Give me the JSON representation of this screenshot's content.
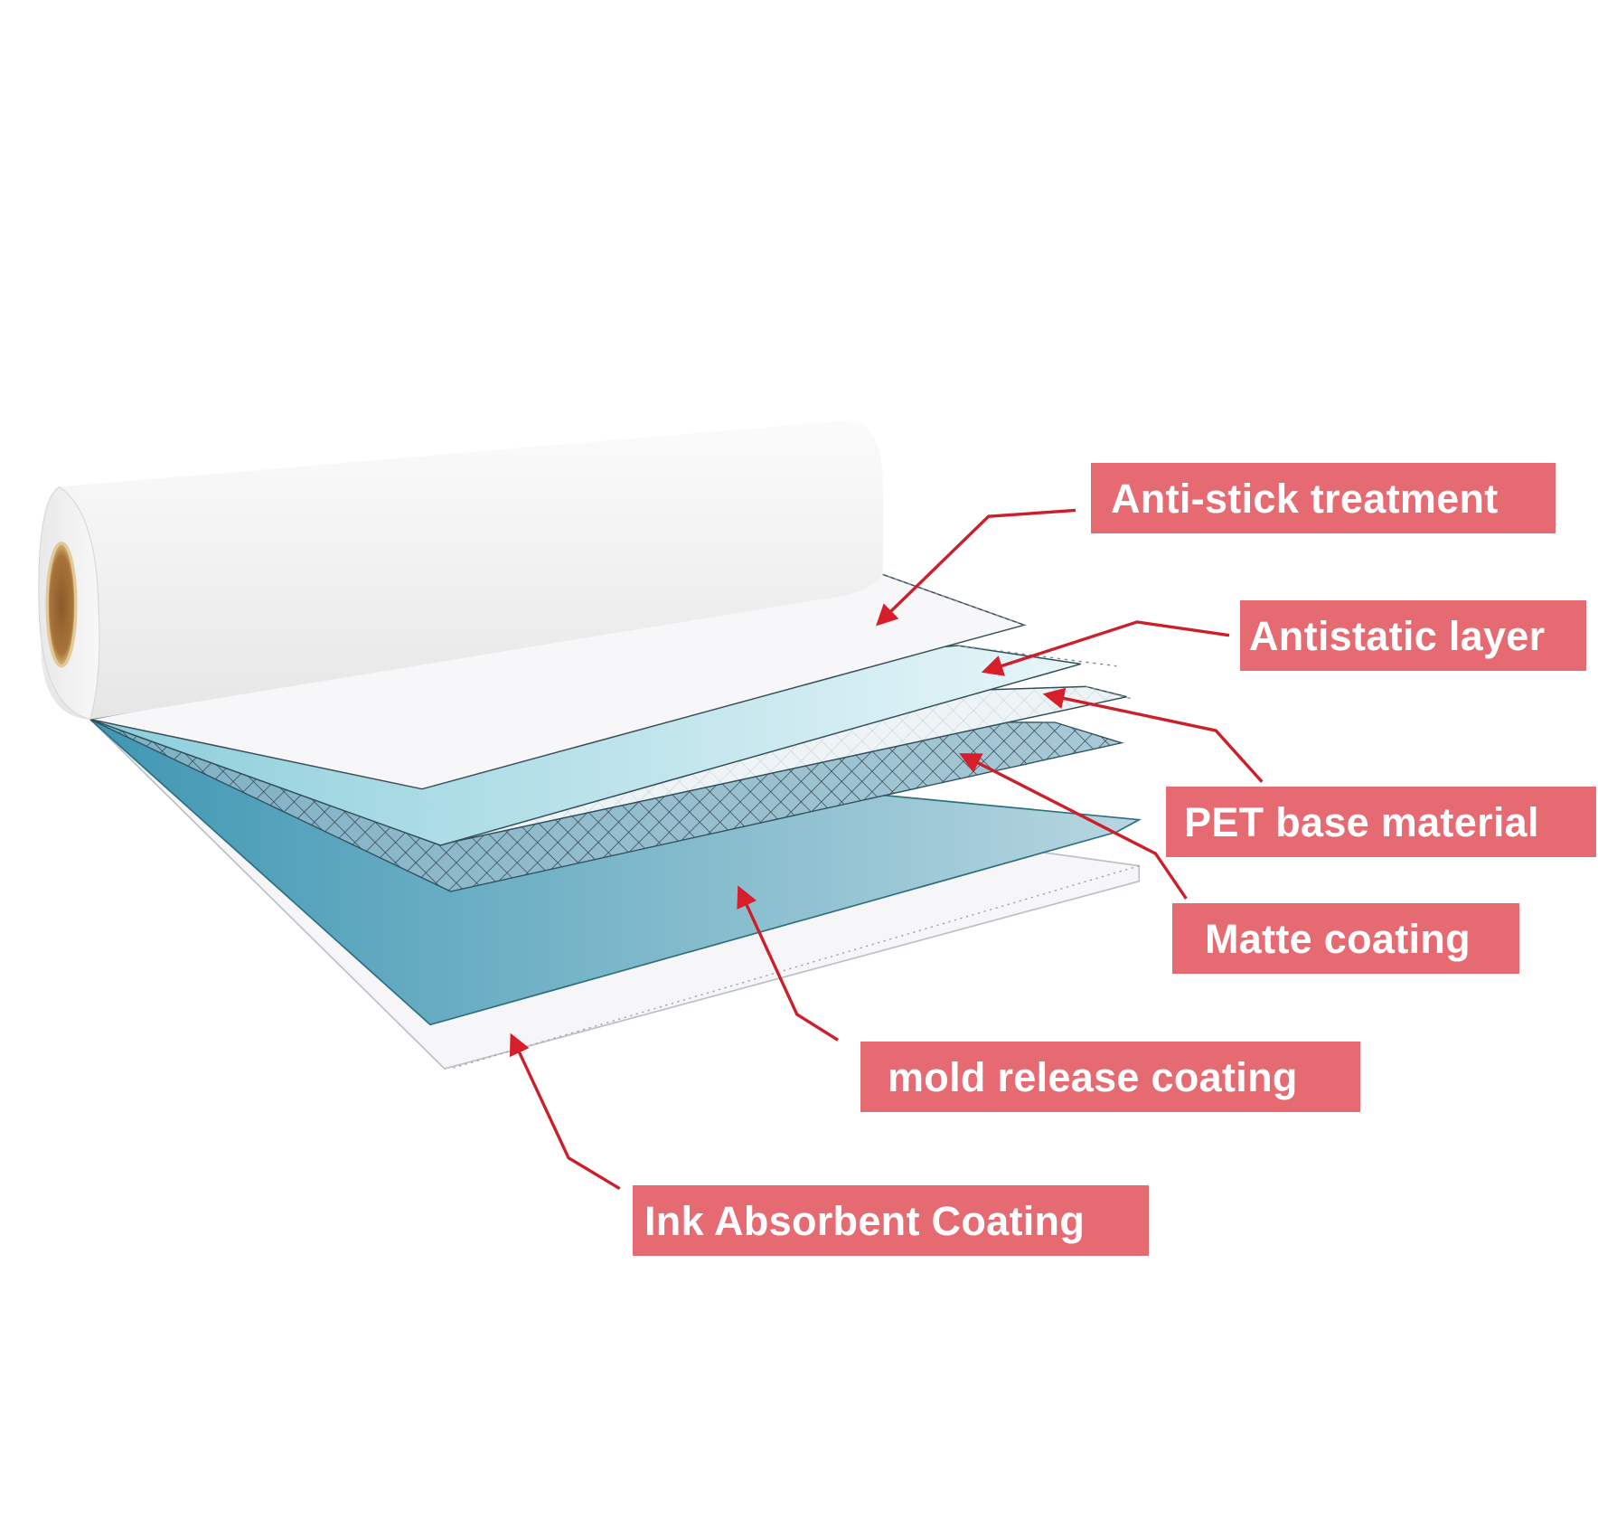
{
  "diagram": {
    "subject": "Layered film roll cross-section",
    "label_color": "#e56a72",
    "arrow_color": "#cc1f2a",
    "labels": [
      {
        "id": "anti-stick",
        "text": "Anti-stick treatment"
      },
      {
        "id": "antistatic",
        "text": "Antistatic layer"
      },
      {
        "id": "pet-base",
        "text": "PET base material"
      },
      {
        "id": "matte",
        "text": "Matte coating"
      },
      {
        "id": "mold-release",
        "text": "mold release coating"
      },
      {
        "id": "ink-absorbent",
        "text": "Ink Absorbent Coating"
      }
    ],
    "layers": [
      {
        "name": "Anti-stick treatment",
        "color": "#f7f6f8"
      },
      {
        "name": "Antistatic layer",
        "color": "#bfe6ec"
      },
      {
        "name": "PET base material",
        "color": "#eef3f6"
      },
      {
        "name": "Matte coating",
        "color": "#8fb8c8"
      },
      {
        "name": "mold release coating",
        "color": "#4fa3bd"
      },
      {
        "name": "Ink Absorbent Coating",
        "color": "#f6f5f8"
      }
    ]
  }
}
